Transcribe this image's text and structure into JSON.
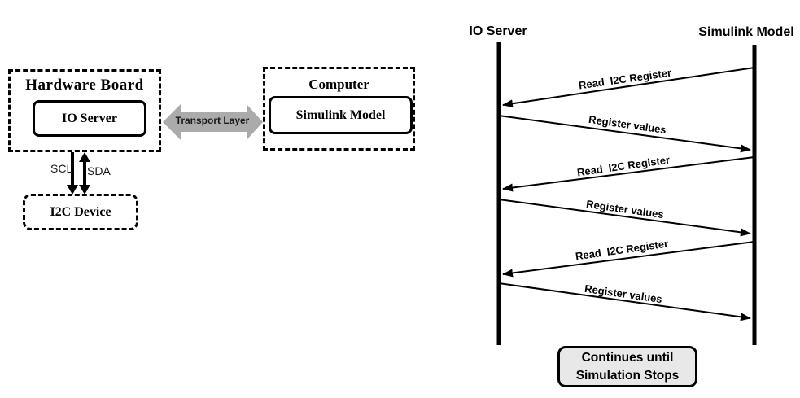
{
  "left_diagram": {
    "hardware_board_label": "Hardware Board",
    "io_server_label": "IO Server",
    "transport_label": "Transport Layer",
    "scl_label": "SCL",
    "sda_label": "SDA",
    "i2c_device_label": "I2C Device",
    "computer_label": "Computer",
    "simulink_model_label": "Simulink Model"
  },
  "sequence_diagram": {
    "left_lifeline_label": "IO Server",
    "right_lifeline_label": "Simulink Model",
    "messages": [
      {
        "label": "Read  I2C Register",
        "direction": "right-to-left"
      },
      {
        "label": "Register values",
        "direction": "left-to-right"
      },
      {
        "label": "Read  I2C Register",
        "direction": "right-to-left"
      },
      {
        "label": "Register values",
        "direction": "left-to-right"
      },
      {
        "label": "Read  I2C Register",
        "direction": "right-to-left"
      },
      {
        "label": "Register values",
        "direction": "left-to-right"
      }
    ],
    "continues_note_line1": "Continues until",
    "continues_note_line2": "Simulation Stops"
  },
  "colors": {
    "line": "#000000",
    "transport_arrow": "#ababab",
    "note_fill": "#e8e8e8"
  }
}
